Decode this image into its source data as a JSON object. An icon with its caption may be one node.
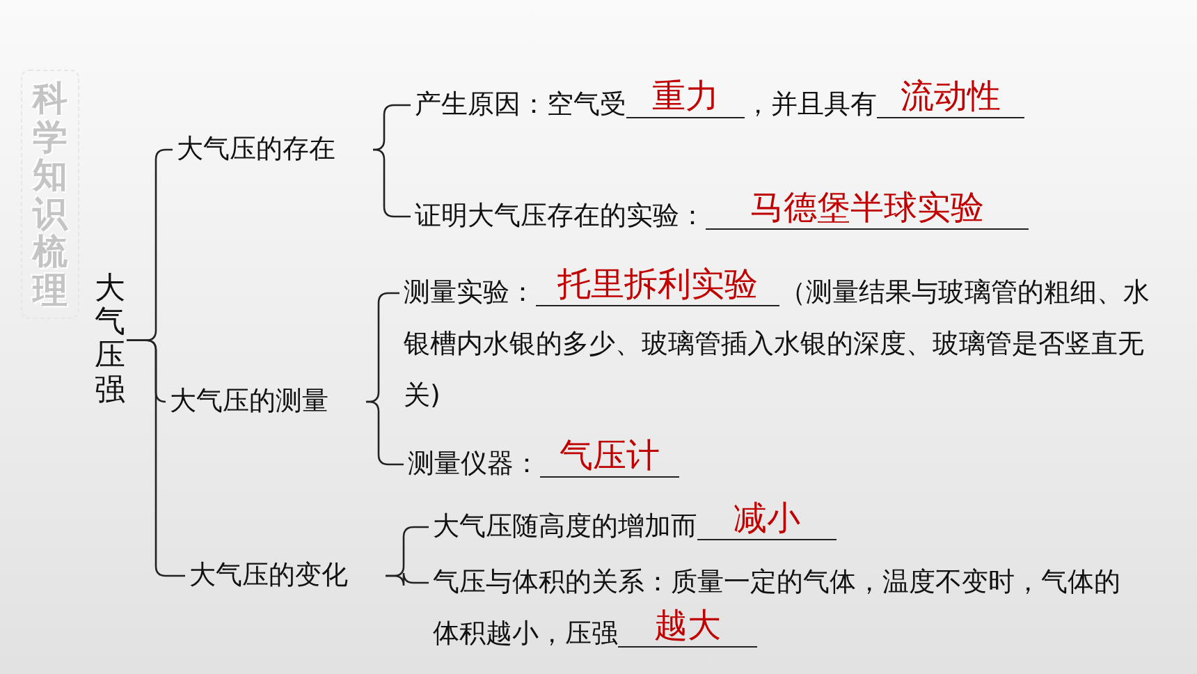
{
  "diagram": {
    "title": "科学知识梳理",
    "nodes": [
      {
        "text": [
          "大气压强"
        ]
      },
      {
        "text": [
          "大气压的存在"
        ]
      },
      {
        "text": [
          "产生原因：空气受",
          "重力",
          "，并且具有",
          "流动性"
        ]
      },
      {
        "text": [
          "证明大气压存在的实验：",
          "马德堡半球实验"
        ]
      },
      {
        "text": [
          "大气压的测量"
        ]
      },
      {
        "text": [
          "测量实验：",
          "托里拆利实验",
          "（测量结果与玻璃管的粗细、水银槽内水银的多少、玻璃管插入水银的深度、玻璃管是否竖直无关)"
        ]
      },
      {
        "text": [
          "测量仪器：",
          "气压计"
        ]
      },
      {
        "text": [
          "大气压的变化"
        ]
      },
      {
        "text": [
          "大气压随高度的增加而",
          "减小"
        ]
      },
      {
        "text": [
          "气压与体积的关系：质量一定的气体，温度不变时，气体的体积越小，压强",
          "越大"
        ]
      }
    ],
    "edges": [
      {
        "from": 0,
        "to": 1,
        "arrow": "none"
      },
      {
        "from": 0,
        "to": 4,
        "arrow": "none"
      },
      {
        "from": 0,
        "to": 7,
        "arrow": "none"
      },
      {
        "from": 1,
        "to": 2,
        "arrow": "none"
      },
      {
        "from": 1,
        "to": 3,
        "arrow": "none"
      },
      {
        "from": 4,
        "to": 5,
        "arrow": "none"
      },
      {
        "from": 4,
        "to": 6,
        "arrow": "none"
      },
      {
        "from": 7,
        "to": 8,
        "arrow": "none"
      },
      {
        "from": 7,
        "to": 9,
        "arrow": "none"
      }
    ]
  }
}
